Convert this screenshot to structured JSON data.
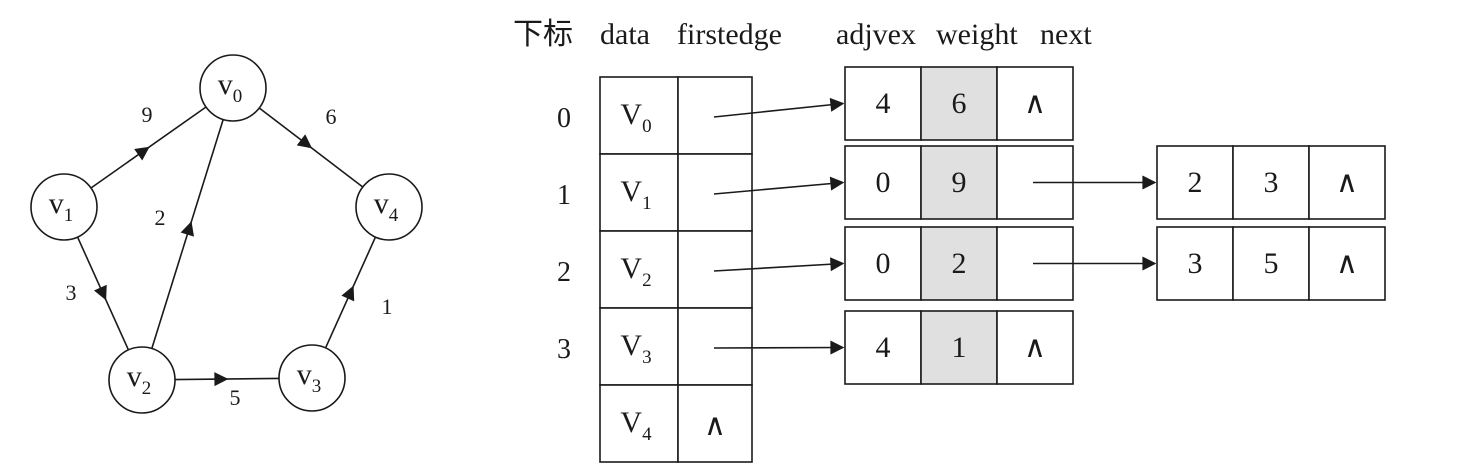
{
  "graph": {
    "nodes": [
      {
        "id": "v0",
        "letter": "v",
        "sub": "0"
      },
      {
        "id": "v1",
        "letter": "v",
        "sub": "1"
      },
      {
        "id": "v2",
        "letter": "v",
        "sub": "2"
      },
      {
        "id": "v3",
        "letter": "v",
        "sub": "3"
      },
      {
        "id": "v4",
        "letter": "v",
        "sub": "4"
      }
    ],
    "edges": [
      {
        "from": "v1",
        "to": "v0",
        "weight": "9"
      },
      {
        "from": "v0",
        "to": "v4",
        "weight": "6"
      },
      {
        "from": "v2",
        "to": "v0",
        "weight": "2"
      },
      {
        "from": "v1",
        "to": "v2",
        "weight": "3"
      },
      {
        "from": "v2",
        "to": "v3",
        "weight": "5"
      },
      {
        "from": "v3",
        "to": "v4",
        "weight": "1"
      }
    ]
  },
  "table": {
    "headers": {
      "index": "下标",
      "data": "data",
      "firstedge": "firstedge",
      "adjvex": "adjvex",
      "weight": "weight",
      "next": "next"
    },
    "null_symbol": "∧",
    "vertices": [
      {
        "index": "0",
        "letter": "V",
        "sub": "0"
      },
      {
        "index": "1",
        "letter": "V",
        "sub": "1"
      },
      {
        "index": "2",
        "letter": "V",
        "sub": "2"
      },
      {
        "index": "3",
        "letter": "V",
        "sub": "3"
      },
      {
        "index": "",
        "letter": "V",
        "sub": "4"
      }
    ],
    "edge_lists": [
      [
        {
          "adjvex": "4",
          "weight": "6"
        }
      ],
      [
        {
          "adjvex": "0",
          "weight": "9"
        },
        {
          "adjvex": "2",
          "weight": "3"
        }
      ],
      [
        {
          "adjvex": "0",
          "weight": "2"
        },
        {
          "adjvex": "3",
          "weight": "5"
        }
      ],
      [
        {
          "adjvex": "4",
          "weight": "1"
        }
      ],
      []
    ]
  },
  "colors": {
    "stroke": "#1a1a1a",
    "weight_fill": "#e0e0e0"
  }
}
